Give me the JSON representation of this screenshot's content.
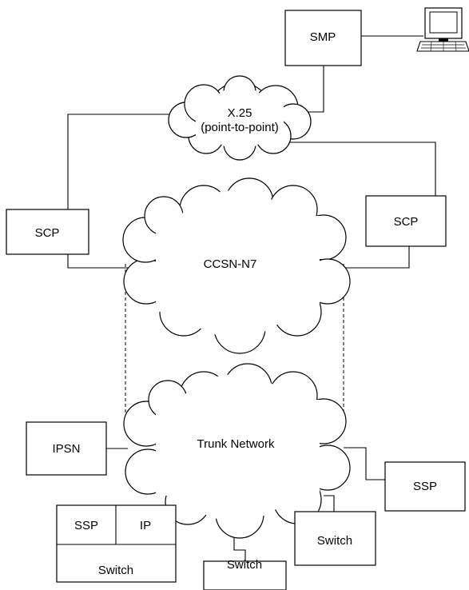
{
  "nodes": {
    "smp": "SMP",
    "x25_line1": "X.25",
    "x25_line2": "(point-to-point)",
    "scp_left": "SCP",
    "scp_right": "SCP",
    "ccsn": "CCSN-N7",
    "trunk": "Trunk Network",
    "ipsn": "IPSN",
    "ssp_right": "SSP",
    "combo_ssp": "SSP",
    "combo_ip": "IP",
    "combo_switch": "Switch",
    "switch_center": "Switch",
    "switch_right": "Switch"
  },
  "icons": {
    "terminal": "computer-terminal-icon"
  }
}
